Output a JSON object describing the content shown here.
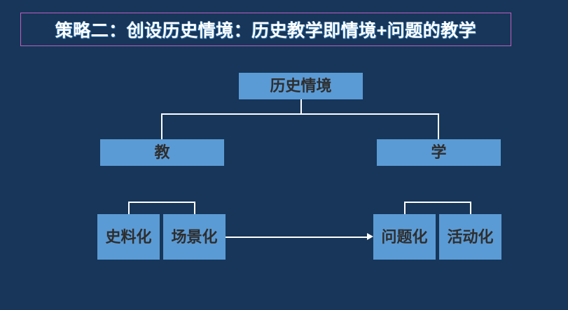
{
  "slide": {
    "background_color": "#173659",
    "title": {
      "text": "策略二：创设历史情境：历史教学即情境+问题的教学",
      "border_color": "#bf5fbf",
      "text_color": "#ffffff"
    },
    "node_fill_color": "#5b9bd5",
    "node_text_color": "#2e2e2e",
    "connector_color": "#ffffff"
  },
  "diagram": {
    "type": "tree",
    "root": {
      "label": "历史情境"
    },
    "branches": [
      {
        "label": "教",
        "children": [
          {
            "label": "史料化"
          },
          {
            "label": "场景化"
          }
        ]
      },
      {
        "label": "学",
        "children": [
          {
            "label": "问题化"
          },
          {
            "label": "活动化"
          }
        ]
      }
    ],
    "nodes": {
      "root": "历史情境",
      "teach": "教",
      "learn": "学",
      "shiliao": "史料化",
      "changjing": "场景化",
      "wenti": "问题化",
      "huodong": "活动化"
    },
    "arrow": {
      "from": "场景化",
      "to": "问题化",
      "direction": "right"
    }
  }
}
